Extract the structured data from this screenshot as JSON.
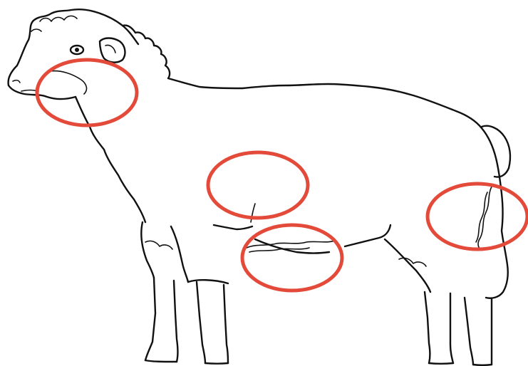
{
  "figure": {
    "background": "#ffffff",
    "line_color": "#111111",
    "highlight_color": "#e34a3a",
    "subject": "sheep-line-drawing",
    "highlights": [
      {
        "region": "jaw-cheek"
      },
      {
        "region": "mid-side"
      },
      {
        "region": "elbow-underbelly"
      },
      {
        "region": "rear-flank"
      }
    ]
  }
}
